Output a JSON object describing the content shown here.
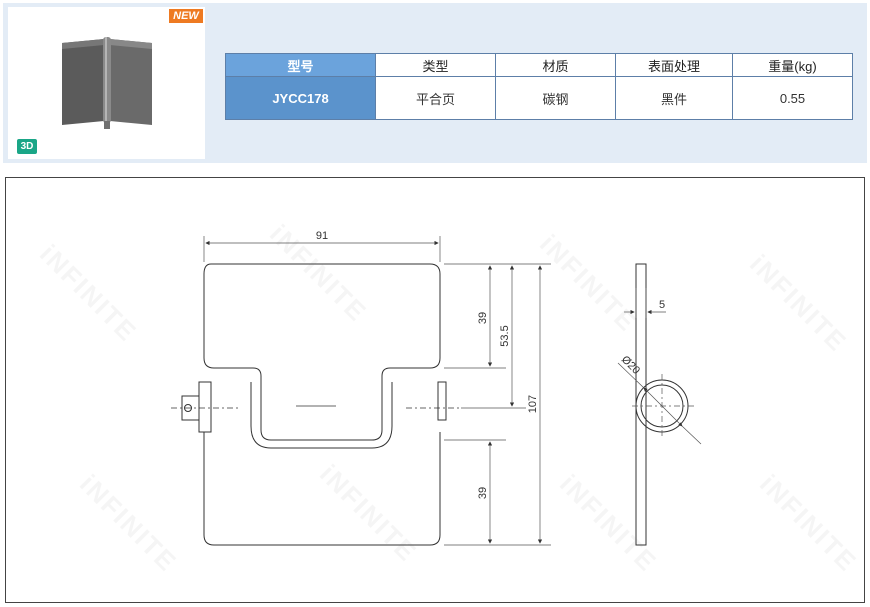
{
  "badges": {
    "new": "NEW",
    "three_d": "3D"
  },
  "table": {
    "headers": [
      "型号",
      "类型",
      "材质",
      "表面处理",
      "重量(kg)"
    ],
    "row": [
      "JYCC178",
      "平合页",
      "碳钢",
      "黑件",
      "0.55"
    ]
  },
  "dimensions": {
    "width_91": "91",
    "height_39_top": "39",
    "height_53_5": "53.5",
    "height_107": "107",
    "height_39_bottom": "39",
    "thickness_5": "5",
    "diameter_20": "Ø20"
  },
  "watermark": {
    "text": "iNFINITE"
  },
  "colors": {
    "header_blue": "#6ba3dc",
    "cell_blue": "#5b93cc",
    "panel_bg": "#e3ecf6",
    "new_orange": "#ee7a22",
    "badge_green": "#1aa687"
  }
}
